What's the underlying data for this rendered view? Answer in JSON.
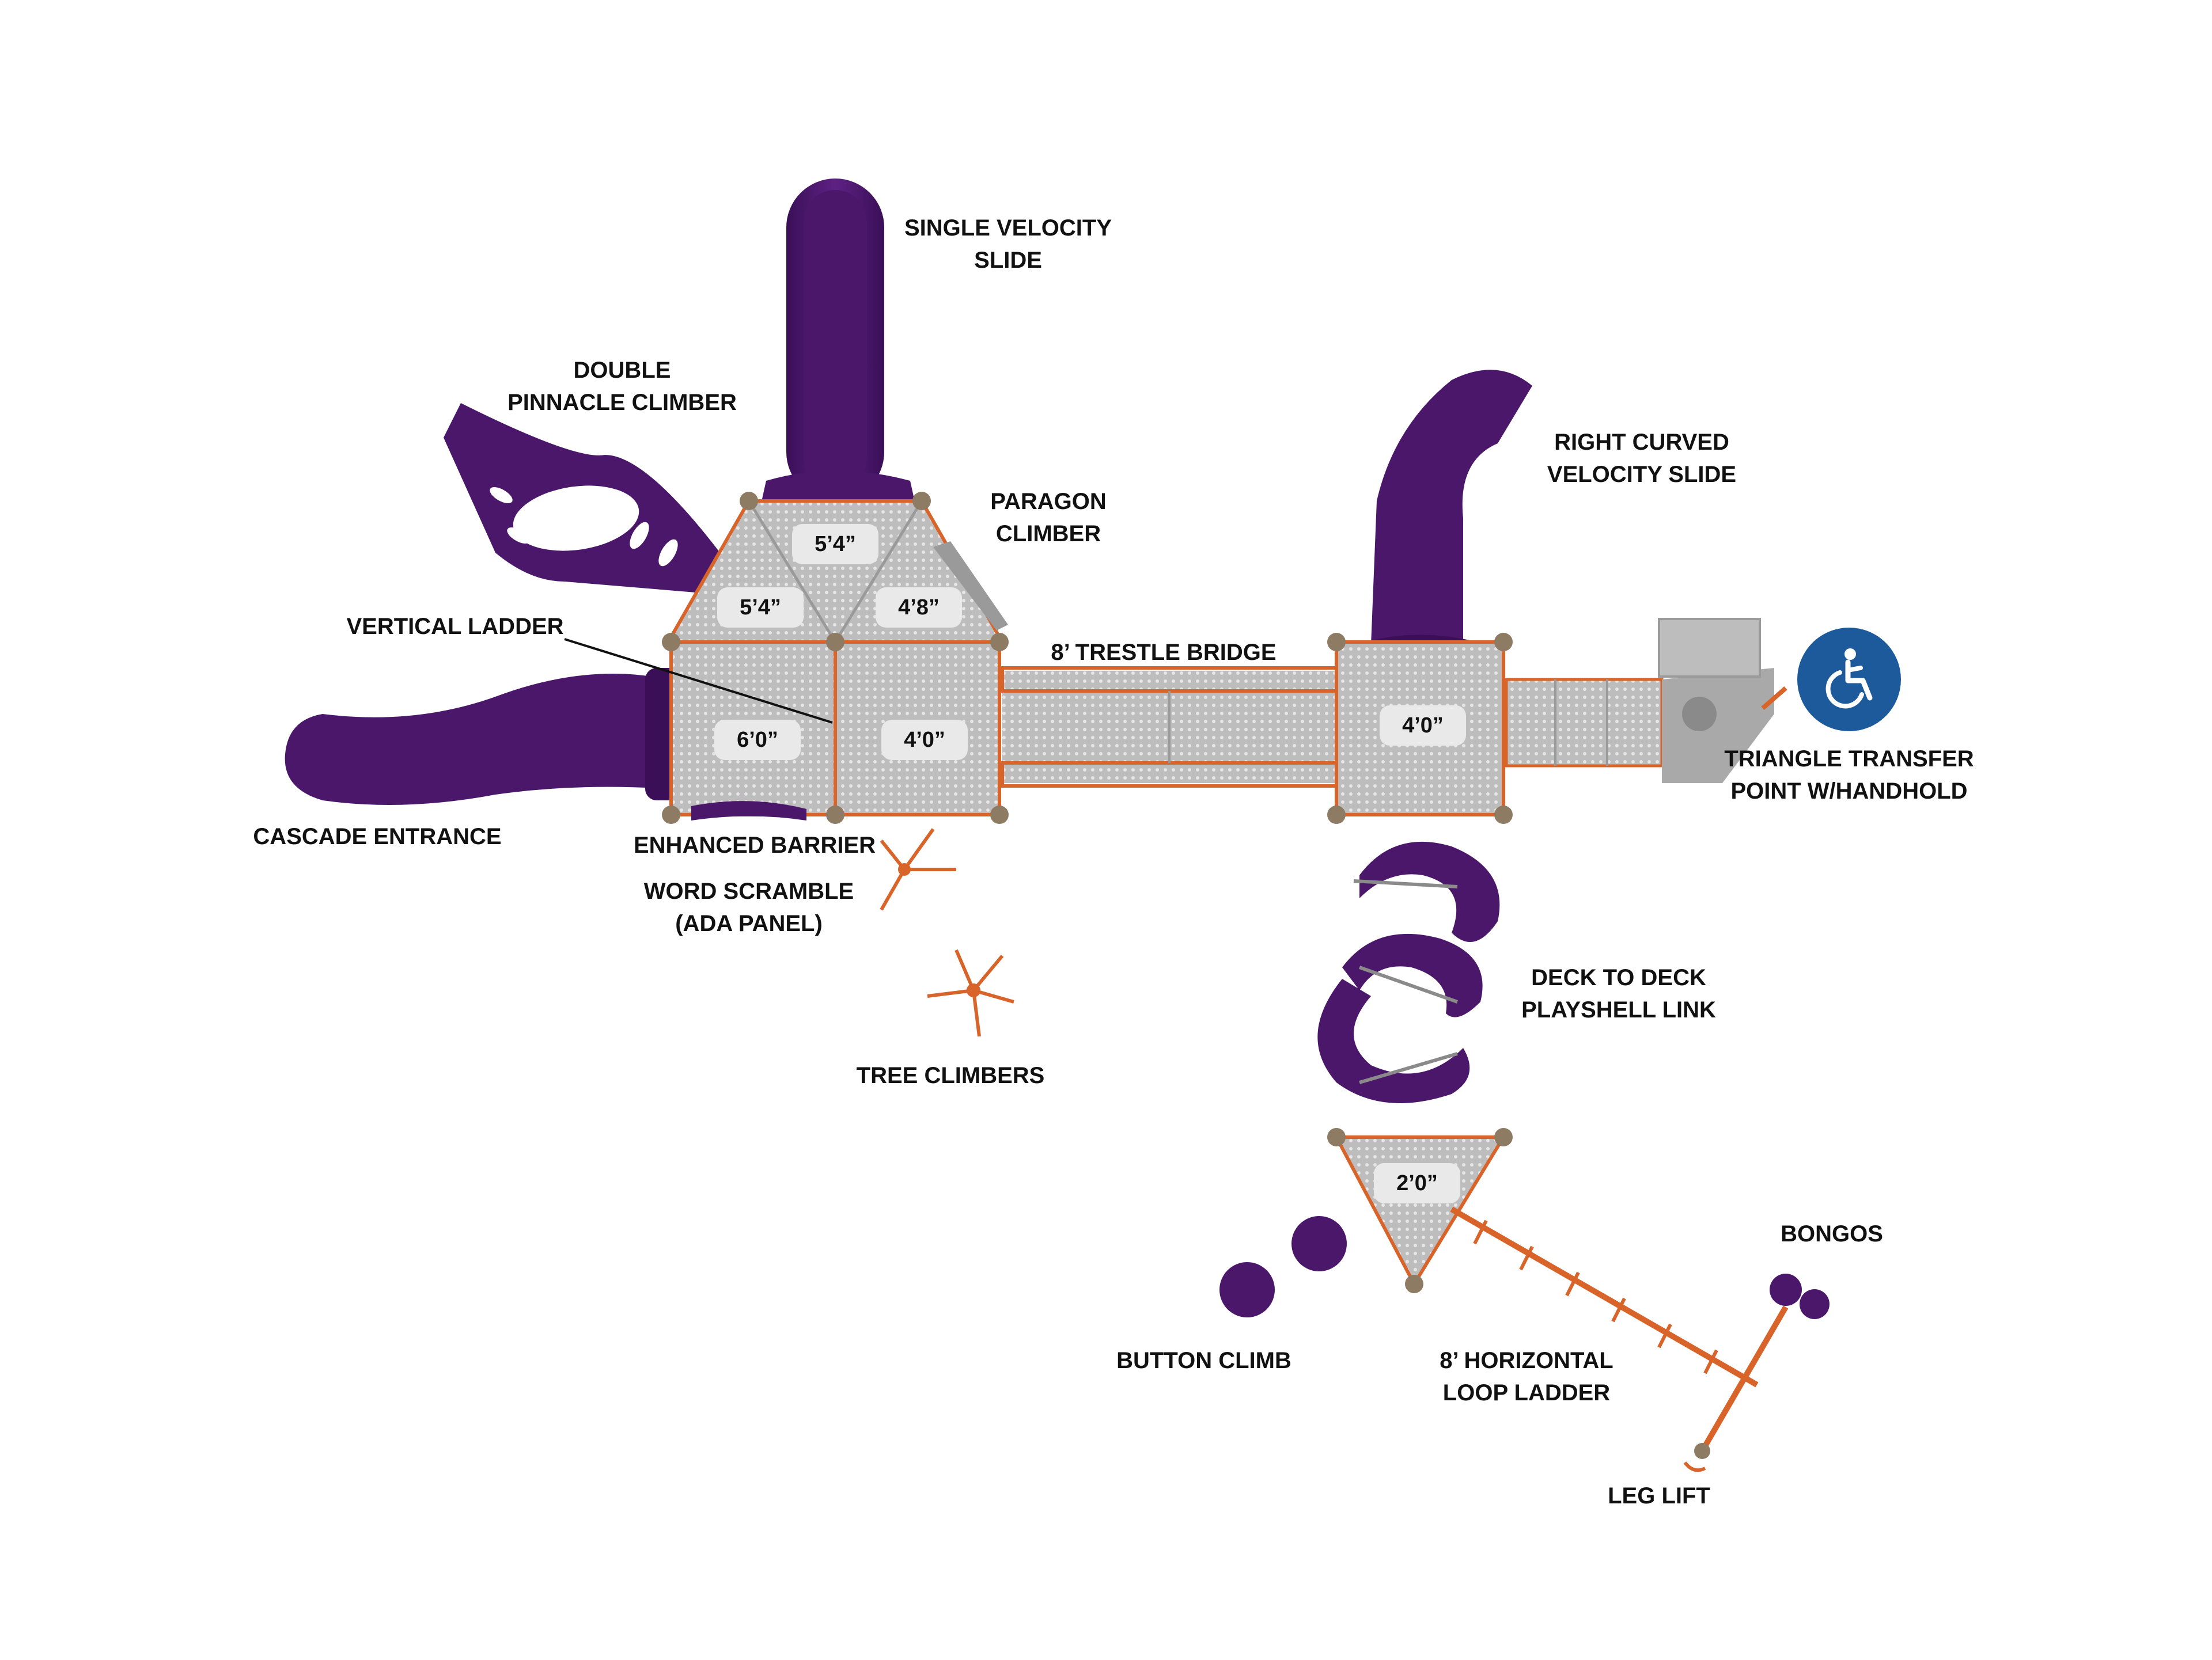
{
  "colors": {
    "slide_purple": "#4a176b",
    "deck_gray": "#c9c9c9",
    "frame_orange": "#d8642a",
    "post_tan": "#8e7b63",
    "ada_blue": "#1c5a9c"
  },
  "labels": {
    "single_velocity_slide": [
      "SINGLE VELOCITY",
      "SLIDE"
    ],
    "double_pinnacle_climber": [
      "DOUBLE",
      "PINNACLE CLIMBER"
    ],
    "paragon_climber": [
      "PARAGON",
      "CLIMBER"
    ],
    "right_curved_velocity_slide": [
      "RIGHT CURVED",
      "VELOCITY SLIDE"
    ],
    "vertical_ladder": "VERTICAL LADDER",
    "trestle_bridge": "8’ TRESTLE BRIDGE",
    "triangle_transfer_point": [
      "TRIANGLE TRANSFER",
      "POINT W/HANDHOLD"
    ],
    "cascade_entrance": "CASCADE ENTRANCE",
    "enhanced_barrier": "ENHANCED BARRIER",
    "word_scramble": [
      "WORD SCRAMBLE",
      "(ADA PANEL)"
    ],
    "deck_to_deck_playshell_link": [
      "DECK TO DECK",
      "PLAYSHELL LINK"
    ],
    "tree_climbers": "TREE CLIMBERS",
    "bongos": "BONGOS",
    "button_climb": "BUTTON CLIMB",
    "horizontal_loop_ladder": [
      "8’ HORIZONTAL",
      "LOOP LADDER"
    ],
    "leg_lift": "LEG LIFT"
  },
  "deck_heights": {
    "top_center": "5’4”",
    "left_upper": "5’4”",
    "right_upper": "4’8”",
    "left_lower": "6’0”",
    "center_lower": "4’0”",
    "right_deck": "4’0”",
    "bottom_triangle": "2’0”"
  },
  "icons": {
    "ada": "wheelchair-accessible-icon"
  }
}
